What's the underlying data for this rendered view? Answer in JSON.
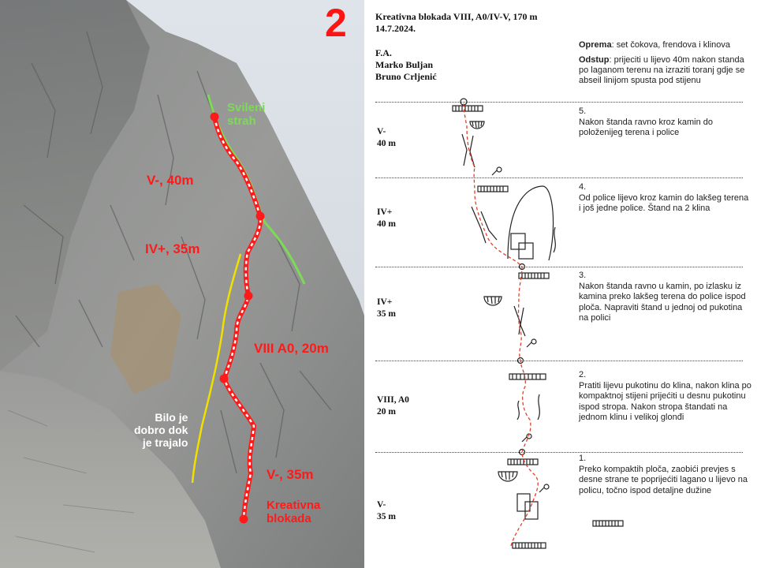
{
  "photo": {
    "route_number": "2",
    "labels": {
      "svileni_strah": "Svileni\nstrah",
      "p5": "V-, 40m",
      "p34": "IV+, 35m",
      "p2": "VIII A0, 20m",
      "p1": "V-, 35m",
      "route_name": "Kreativna\nblokada",
      "yellow_route": "Bilo je\ndobro dok\nje trajalo"
    },
    "colors": {
      "route": "#ff1a1a",
      "route_dash": "#ffffff",
      "green_route": "#7ed957",
      "yellow_route": "#f0e000"
    }
  },
  "topo": {
    "title": "Kreativna blokada VIII, A0/IV-V, 170 m",
    "date": "14.7.2024.",
    "fa_label": "F.A.",
    "fa_names": [
      "Marko Buljan",
      "Bruno Crljenić"
    ],
    "gear_label": "Oprema",
    "gear_text": ": set čokova, frendova i klinova",
    "descent_label": "Odstup",
    "descent_text": ": prijeciti u lijevo 40m nakon standa po laganom terenu na izraziti toranj gdje se abseil linijom spusta pod stijenu",
    "pitches": [
      {
        "grade": "V-",
        "length": "40 m",
        "number": "5.",
        "text": "Nakon štanda ravno kroz kamin do položenijeg terena i police"
      },
      {
        "grade": "IV+",
        "length": "40 m",
        "number": "4.",
        "text": "Od police lijevo kroz kamin do lakšeg terena i još jedne police. Štand na 2 klina"
      },
      {
        "grade": "IV+",
        "length": "35 m",
        "number": "3.",
        "text": "Nakon štanda ravno u kamin, po izlasku iz kamina preko lakšeg terena do police ispod ploča. Napraviti štand u jednoj od pukotina na polici"
      },
      {
        "grade": "VIII, A0",
        "length": "20 m",
        "number": "2.",
        "text": "Pratiti lijevu pukotinu do klina, nakon klina po kompaktnoj stijeni prijećiti u desnu pukotinu ispod stropa. Nakon stropa štandati na jednom klinu i velikoj glonđi"
      },
      {
        "grade": "V-",
        "length": "35 m",
        "number": "1.",
        "text": "Preko kompaktih ploča, zaobići prevjes s desne strane te poprijećiti lagano u lijevo na policu, točno ispod detaljne dužine"
      }
    ],
    "colors": {
      "route_line": "#e0402a",
      "ink": "#222222"
    }
  }
}
